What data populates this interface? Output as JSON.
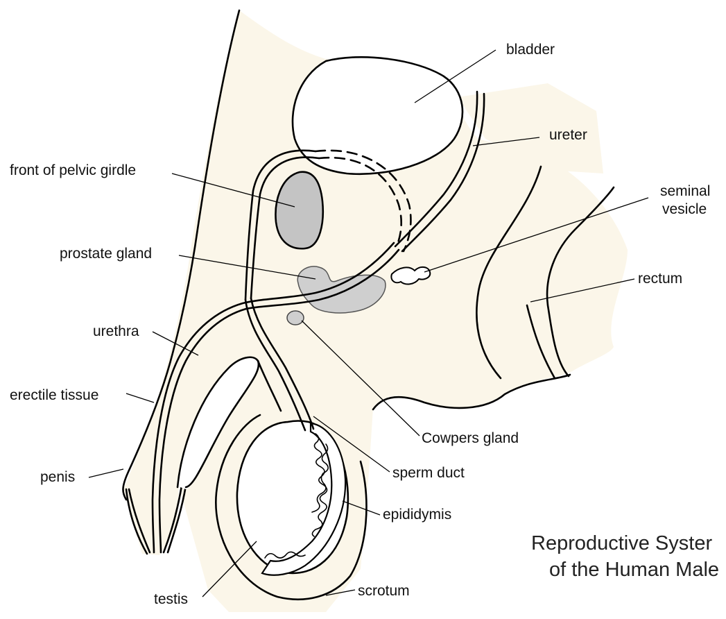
{
  "colors": {
    "background": "#ffffff",
    "tissue": "#fbf6e9",
    "pelvic_girdle": "#c4c4c4",
    "gland": "#cfcfcf",
    "outline": "#000000"
  },
  "labels": {
    "bladder": "bladder",
    "ureter": "ureter",
    "front_of_pelvic_girdle": "front of pelvic girdle",
    "seminal_vesicle_line1": "seminal",
    "seminal_vesicle_line2": "vesicle",
    "prostate_gland": "prostate gland",
    "rectum": "rectum",
    "urethra": "urethra",
    "erectile_tissue": "erectile tissue",
    "cowpers_gland": "Cowpers gland",
    "penis": "penis",
    "sperm_duct": "sperm duct",
    "epididymis": "epididymis",
    "testis": "testis",
    "scrotum": "scrotum"
  },
  "caption": {
    "line1": "Reproductive Syster",
    "line2": "of the Human Male"
  }
}
